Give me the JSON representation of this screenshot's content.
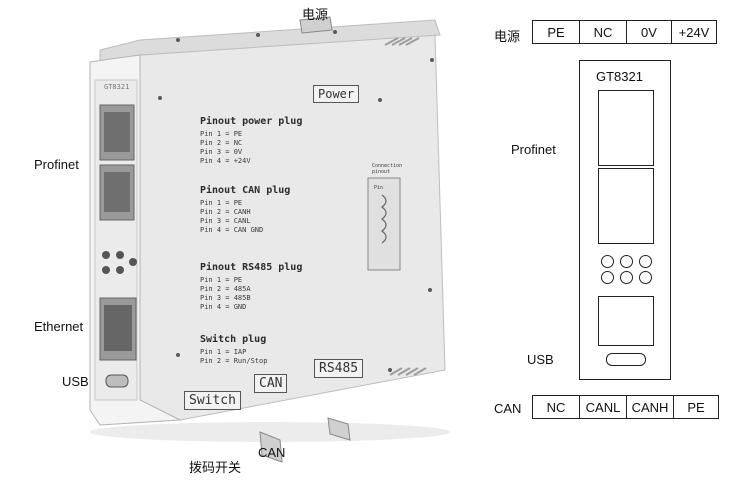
{
  "labels": {
    "power_cn": "电源",
    "profinet": "Profinet",
    "ethernet": "Ethernet",
    "usb": "USB",
    "switch_cn": "拨码开关",
    "can_bottom": "CAN"
  },
  "device": {
    "model_text": "GT8321",
    "power_box": "Power",
    "can_box": "CAN",
    "rs485_box": "RS485",
    "switch_box": "Switch",
    "connection_pinout": "Connection\npinout",
    "pin_word": "Pin",
    "pinout_power_title": "Pinout power plug",
    "pinout_power_lines": "Pin 1 = PE\nPin 2 = NC\nPin 3 = 0V\nPin 4 = +24V",
    "pinout_can_title": "Pinout CAN plug",
    "pinout_can_lines": "Pin 1 = PE\nPin 2 = CANH\nPin 3 = CANL\nPin 4 = CAN GND",
    "pinout_rs485_title": "Pinout RS485 plug",
    "pinout_rs485_lines": "Pin 1 = PE\nPin 2 = 485A\nPin 3 = 485B\nPin 4 = GND",
    "switch_plug_title": "Switch plug",
    "switch_plug_lines": "Pin 1 = IAP\nPin 2 = Run/Stop"
  },
  "schematic": {
    "power_label": "电源",
    "power_pins": [
      "PE",
      "NC",
      "0V",
      "+24V"
    ],
    "model": "GT8321",
    "profinet_label": "Profinet",
    "usb_label": "USB",
    "can_label": "CAN",
    "can_pins": [
      "NC",
      "CANL",
      "CANH",
      "PE"
    ]
  }
}
